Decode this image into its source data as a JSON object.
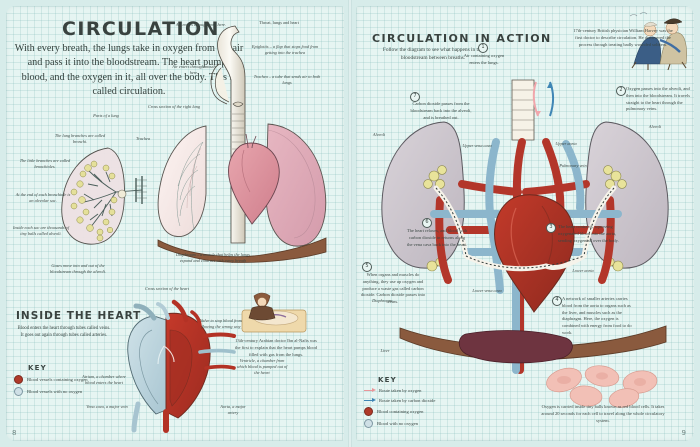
{
  "book": {
    "left_page_number": "8",
    "right_page_number": "9",
    "paper_color": "#e6f5f2",
    "grid_color": "#78b4b4"
  },
  "left_page": {
    "title": "CIRCULATION",
    "intro": "With every breath, the lungs take in oxygen from the air and pass it into the bloodstream. The heart pumps blood, and the oxygen in it, all over the body. This is called circulation.",
    "intro_italic_word": "circulation",
    "labels": {
      "air_nose": "Air enters through nose here.",
      "air_mouth": "Air enters through mouth here.",
      "throat_lungs_heart": "Throat, lungs and heart",
      "epiglottis": "Epiglottis – a flap that stops food from getting into the trachea",
      "trachea_tube": "Trachea – a tube that sends air to both lungs",
      "cross_section_right_lung": "Cross section of the right lung",
      "parts_of_a_lung": "Parts of a lung",
      "bronchi": "The lung branches are called bronchi.",
      "bronchioles": "The little branches are called bronchioles.",
      "alveolar_sac": "At the end of each bronchiole is an alveolar sac.",
      "alveoli_tiny": "Inside each sac are thousands of tiny balls called alveoli.",
      "trachea_short": "Trachea",
      "gases_in_out": "Gases move into and out of the bloodstream through the alveoli.",
      "diaphragm": "Diaphragm – a muscle that helps the lungs expand and contract with every breath",
      "cross_section_heart": "Cross section of the heart",
      "valve": "Valve to stop blood from flowing the wrong way",
      "atrium": "Atrium, a chamber where blood enters the heart",
      "vena_cava": "Vena cava, a major vein",
      "ventricle": "Ventricle, a chamber from which blood is pumped out of the heart",
      "aorta": "Aorta, a major artery"
    },
    "section_heading": "INSIDE THE HEART",
    "section_text": "Blood enters the heart through tubes called veins. It goes out again through tubes called arteries.",
    "history_note": "13th-century Arabian doctor Ibn al-Nafis was the first to explain that the heart pumps blood filled with gas from the lungs.",
    "key": {
      "title": "KEY",
      "items": [
        {
          "marker": "red-dot",
          "color": "#b03a2a",
          "text": "Blood vessels containing oxygen"
        },
        {
          "marker": "blue-dot",
          "color": "#cfe0e6",
          "text": "Blood vessels with no oxygen"
        }
      ]
    }
  },
  "right_page": {
    "title": "CIRCULATION IN ACTION",
    "intro": "Follow the diagram to see what happens in the bloodstream between breaths.",
    "history_note": "17th-century British physician William Harvey was the first doctor to describe circulation. He discovered the process through treating badly wounded soldiers.",
    "steps": [
      {
        "num": "1",
        "text": "Air containing oxygen enters the lungs."
      },
      {
        "num": "2",
        "text": "Oxygen passes into the alveoli, and then into the bloodstream. It travels straight to the heart through the pulmonary veins."
      },
      {
        "num": "3",
        "text": "The heart contracts, squeezing oxygenated blood into the aorta, sending oxygen all over the body."
      },
      {
        "num": "4",
        "text": "A network of smaller arteries carries blood from the aorta to organs such as the liver, and muscles such as the diaphragm. Here, the oxygen is combined with energy from food to do work."
      },
      {
        "num": "5",
        "text": "When organs and muscles do anything, they use up oxygen and produce a waste gas called carbon dioxide. Carbon dioxide passes into veins."
      },
      {
        "num": "6",
        "text": "The heart relaxes, and blood with carbon dioxide in returns along the vena cava back into the heart."
      },
      {
        "num": "7",
        "text": "Carbon dioxide passes from the bloodstream back into the alveoli, and is breathed out."
      }
    ],
    "labels": {
      "alveoli_left": "Alveoli",
      "alveoli_right": "Alveoli",
      "upper_vena_cava": "Upper vena cava",
      "upper_aorta": "Upper aorta",
      "pulmonary_vein": "Pulmonary vein",
      "lower_vena_cava": "Lower vena cava",
      "lower_aorta": "Lower aorta",
      "diaphragm": "Diaphragm",
      "liver": "Liver"
    },
    "red_cell_note": "Oxygen is carried inside tiny balls known as red blood cells. It takes around 20 seconds for each cell to travel along the whole circulatory system.",
    "key": {
      "title": "KEY",
      "items": [
        {
          "marker": "pink-arrow",
          "color": "#e9969a",
          "text": "Route taken by oxygen"
        },
        {
          "marker": "blue-arrow",
          "color": "#3f86b5",
          "text": "Route taken by carbon dioxide"
        },
        {
          "marker": "red-dot",
          "color": "#b03a2a",
          "text": "Blood containing oxygen"
        },
        {
          "marker": "blue-dot",
          "color": "#cfe0e6",
          "text": "Blood with no oxygen"
        }
      ]
    }
  }
}
